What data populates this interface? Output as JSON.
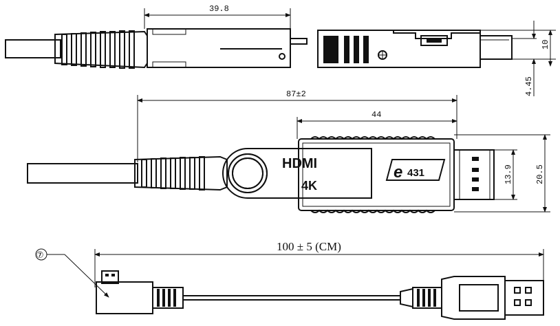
{
  "dimensions": {
    "top_width": "39.8",
    "height_side": "10",
    "offset_side": "4.45",
    "total_length": "87±2",
    "hdmi_section": "44",
    "hdmi_height": "13.9",
    "total_height": "20.5",
    "cable_length": "100 ± 5 (CM)"
  },
  "labels": {
    "brand": "HDMI",
    "resolution": "4K",
    "code": "431",
    "code_prefix": "e",
    "callout": "⑦"
  }
}
